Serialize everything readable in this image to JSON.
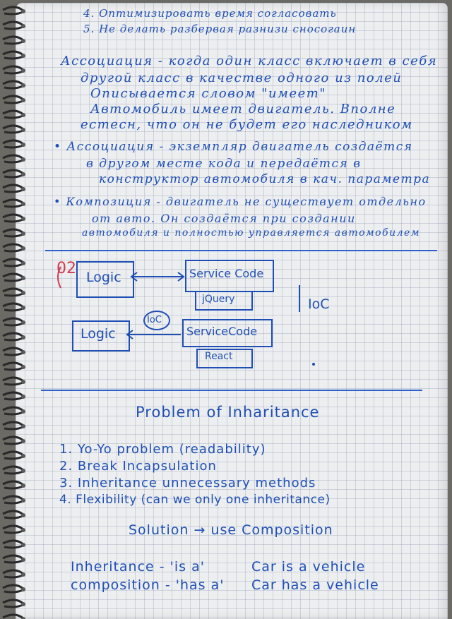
{
  "notebook": {
    "top_lines": [
      "4. Оптимизировать время согласовать",
      "5. Не делать разбервая разнизи сносогаин"
    ],
    "association": [
      "Ассоциация - когда один класс включает в себя",
      "другой класс в качестве одного из полей",
      "Описывается словом \"имеет\"",
      "Автомобиль имеет двигатель. Вполне",
      "естесн, что он не будет его наследником"
    ],
    "bullets": [
      [
        "• Ассоциация - экземпляр двигатель создаётся",
        "в другом месте кода и передаётся в",
        "конструктор автомобиля в кач. параметра"
      ],
      [
        "• Композиция - двигатель не существует отдельно",
        "от авто. Он создаётся при создании",
        "автомобиля и полностью управляется автомобилем"
      ]
    ],
    "diagram": {
      "marker": "02",
      "logic_1": "Logic",
      "service_1": "Service Code",
      "lib_1": "jQuery",
      "ioc_label": "IoC",
      "ioc_bubble": "IoC",
      "logic_2": "Logic",
      "service_2": "ServiceCode",
      "lib_2": "React"
    },
    "problem_title": "Problem of Inharitance",
    "problems": [
      "1. Yo-Yo problem  (readability)",
      "2. Break  Incapsulation",
      "3. Inheritance  unnecessary  methods",
      "4. Flexibility (can we only one inheritance)"
    ],
    "solution": "Solution → use Composition",
    "comparisons": [
      {
        "term": "Inheritance - 'is a'",
        "example": "Car is a vehicle"
      },
      {
        "term": "composition - 'has a'",
        "example": "Car has a vehicle"
      }
    ]
  },
  "colors": {
    "ink": "#1f4fb5",
    "paper": "#eceef0",
    "marker": "#d23b4f"
  }
}
